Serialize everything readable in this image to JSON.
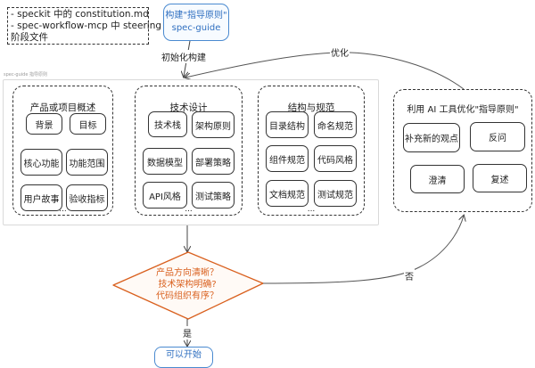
{
  "note": {
    "lines": [
      "- speckit 中的 constitution.md",
      "- spec-workflow-mcp 中 steering",
      "阶段文件"
    ]
  },
  "start_node": {
    "line1": "构建\"指导原则\"",
    "line2": "spec-guide"
  },
  "edge_init_label": "初始化构建",
  "edge_optimize_label": "优化",
  "frame_label": "spec-guide 指导原则",
  "groups": [
    {
      "title": "产品或项目概述",
      "items": [
        "背景",
        "目标",
        "核心功能",
        "功能范围",
        "用户故事",
        "验收指标"
      ],
      "more": "..."
    },
    {
      "title": "技术设计",
      "items": [
        "技术栈",
        "架构原则",
        "数据模型",
        "部署策略",
        "API风格",
        "测试策略"
      ],
      "more": "..."
    },
    {
      "title": "结构与规范",
      "items": [
        "目录结构",
        "命名规范",
        "组件规范",
        "代码风格",
        "文档规范",
        "测试规范"
      ],
      "more": "..."
    }
  ],
  "ai_group": {
    "title": "利用 AI 工具优化\"指导原则\"",
    "items": [
      "补充新的观点",
      "反问",
      "澄清",
      "复述"
    ]
  },
  "decision": {
    "lines": [
      "产品方向清晰？",
      "技术架构明确?",
      "代码组织有序？"
    ]
  },
  "edge_yes_label": "是",
  "edge_no_label": "否",
  "end_node": {
    "label": "可以开始"
  },
  "colors": {
    "accent_blue": "#4a8ad0",
    "decision_orange": "#d9601e",
    "stroke": "#333333"
  }
}
